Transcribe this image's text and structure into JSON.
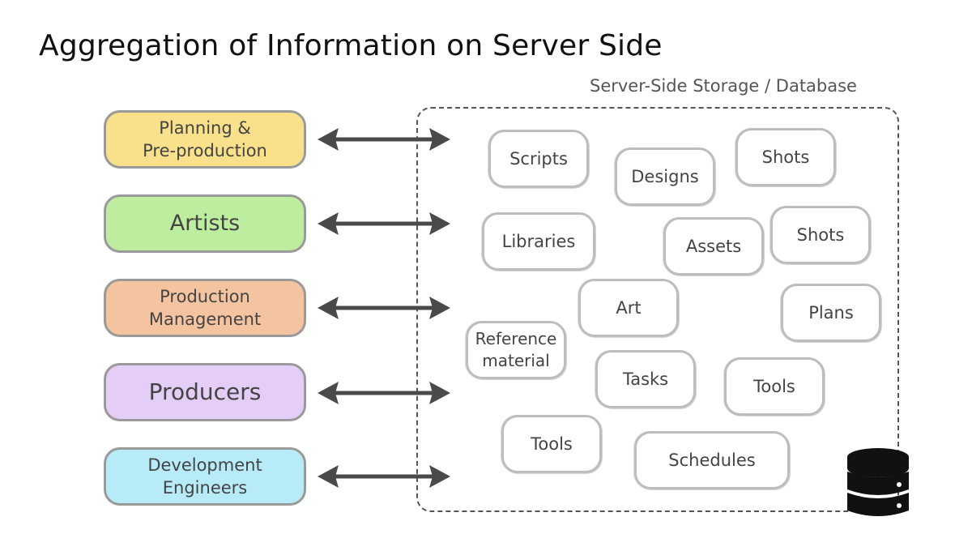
{
  "title": "Aggregation of Information on Server Side",
  "storage": {
    "label": "Server-Side Storage / Database"
  },
  "roles": [
    {
      "label": "Planning &\nPre-production",
      "color": "#f9e08a"
    },
    {
      "label": "Artists",
      "color": "#bdeea0"
    },
    {
      "label": "Production\nManagement",
      "color": "#f4c4a0"
    },
    {
      "label": "Producers",
      "color": "#e4cdf7"
    },
    {
      "label": "Development\nEngineers",
      "color": "#b8ebf8"
    }
  ],
  "items": [
    {
      "label": "Scripts"
    },
    {
      "label": "Designs"
    },
    {
      "label": "Shots"
    },
    {
      "label": "Libraries"
    },
    {
      "label": "Assets"
    },
    {
      "label": "Shots"
    },
    {
      "label": "Art"
    },
    {
      "label": "Plans"
    },
    {
      "label": "Reference\nmaterial"
    },
    {
      "label": "Tasks"
    },
    {
      "label": "Tools"
    },
    {
      "label": "Tools"
    },
    {
      "label": "Schedules"
    }
  ],
  "icons": {
    "database": "database-icon",
    "arrow": "double-arrow"
  }
}
